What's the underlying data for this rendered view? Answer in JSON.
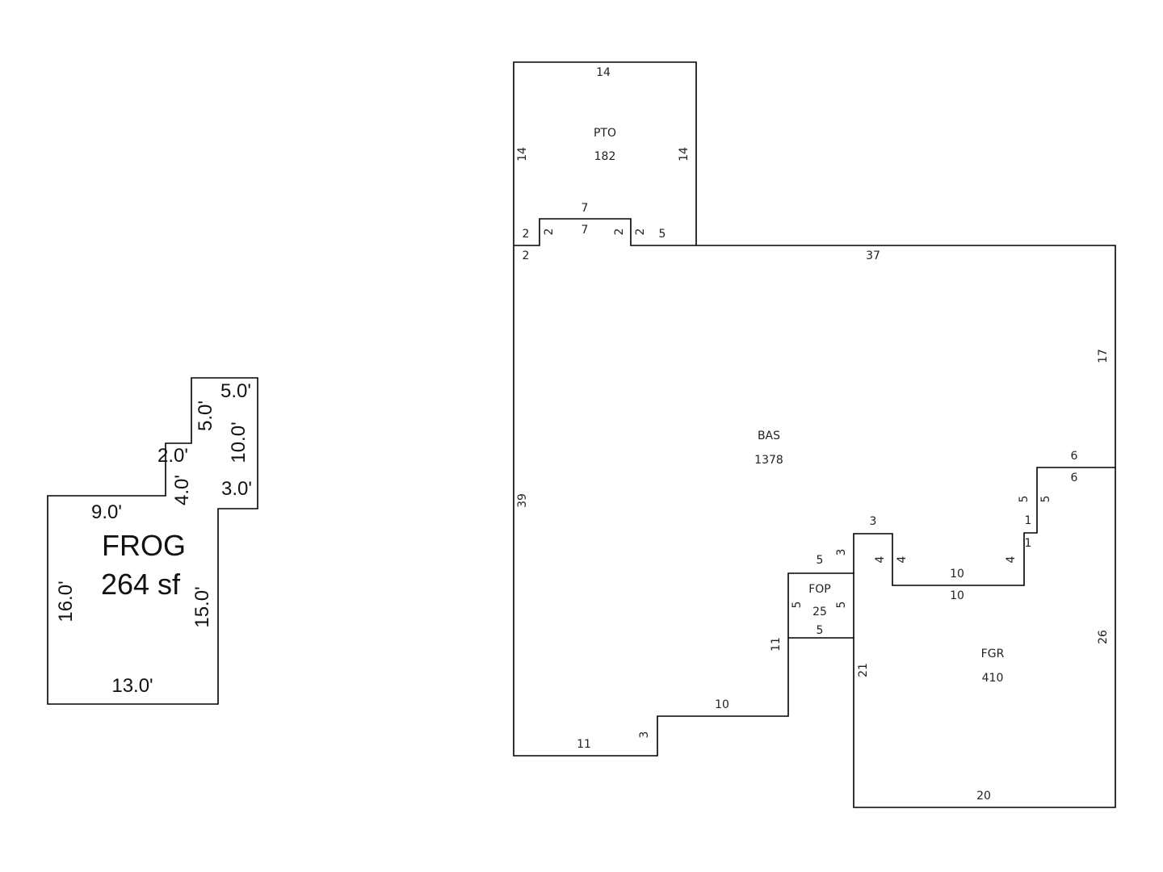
{
  "frog": {
    "name": "FROG",
    "area": "264 sf",
    "dims": [
      "5.0'",
      "5.0'",
      "10.0'",
      "2.0'",
      "4.0'",
      "3.0'",
      "9.0'",
      "16.0'",
      "15.0'",
      "13.0'"
    ]
  },
  "pto": {
    "name": "PTO",
    "area": "182",
    "dims": [
      "14",
      "14",
      "14",
      "7",
      "7",
      "2",
      "2",
      "2",
      "2",
      "5",
      "2"
    ]
  },
  "bas": {
    "name": "BAS",
    "area": "1378",
    "dims": [
      "37",
      "17",
      "39",
      "6",
      "6",
      "5",
      "5",
      "1",
      "1",
      "4",
      "10",
      "10",
      "4",
      "4",
      "3",
      "3",
      "5",
      "11",
      "10",
      "3",
      "11"
    ]
  },
  "fop": {
    "name": "FOP",
    "area": "25",
    "dims": [
      "5",
      "5",
      "5"
    ]
  },
  "fgr": {
    "name": "FGR",
    "area": "410",
    "dims": [
      "21",
      "26",
      "20"
    ]
  }
}
